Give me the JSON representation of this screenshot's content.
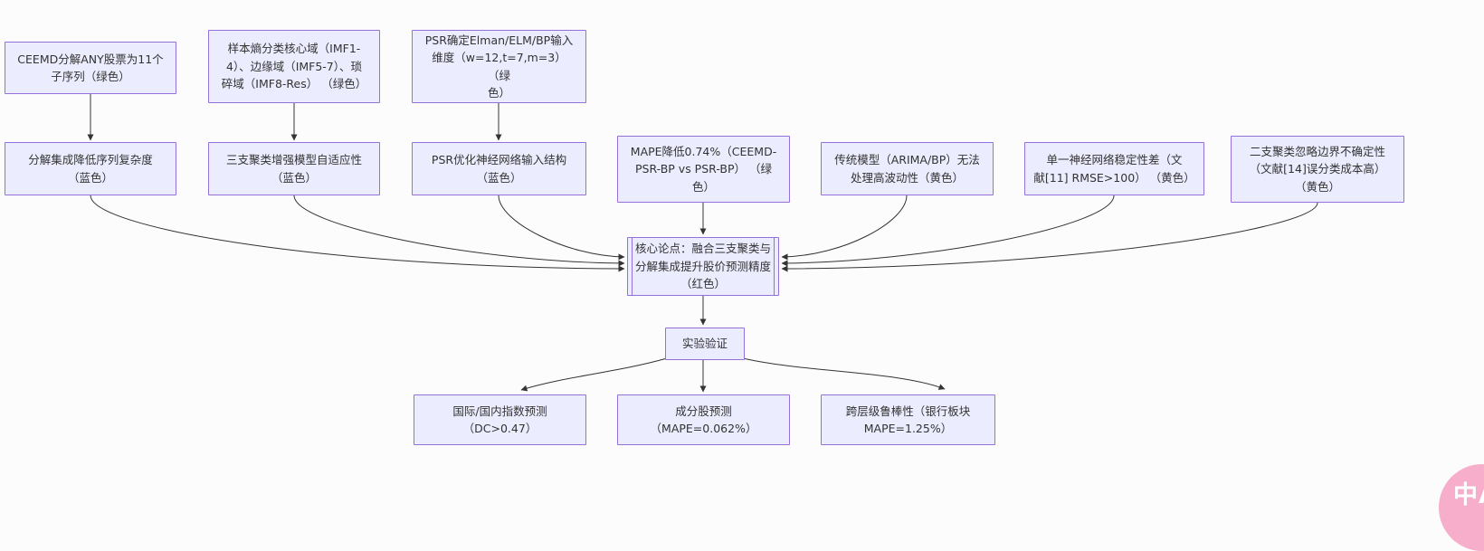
{
  "colors": {
    "node_fill": "#ECECFF",
    "node_border": "#9370DB",
    "arrow": "#333333",
    "text": "#333333",
    "translate_button_bg": "#F7AECB",
    "translate_button_fg": "#FFFFFF"
  },
  "nodes": {
    "ceemd": {
      "label": "CEEMD分解ANY股票为11个\n子序列（绿色）"
    },
    "sample_entropy": {
      "label": "样本熵分类核心域（IMF1-\n4）、边缘域（IMF5-7）、琐\n碎域（IMF8-Res） （绿色）"
    },
    "psr_input": {
      "label": "PSR确定Elman/ELM/BP输入\n维度（w=12,t=7,m=3） （绿\n色）"
    },
    "decomp": {
      "label": "分解集成降低序列复杂度\n（蓝色）"
    },
    "three_way": {
      "label": "三支聚类增强模型自适应性\n（蓝色）"
    },
    "psr_opt": {
      "label": "PSR优化神经网络输入结构\n（蓝色）"
    },
    "mape_drop": {
      "label": "MAPE降低0.74%（CEEMD-\nPSR-BP vs PSR-BP） （绿\n色）"
    },
    "traditional": {
      "label": "传统模型（ARIMA/BP）无法\n处理高波动性（黄色）"
    },
    "single_nn": {
      "label": "单一神经网络稳定性差（文\n献[11] RMSE>100） （黄色）"
    },
    "two_way": {
      "label": "二支聚类忽略边界不确定性\n（文献[14]误分类成本高）\n（黄色）"
    },
    "core": {
      "label": "核心论点：融合三支聚类与\n分解集成提升股价预测精度\n（红色）"
    },
    "experiment": {
      "label": "实验验证"
    },
    "index_pred": {
      "label": "国际/国内指数预测\n（DC>0.47）"
    },
    "component_pred": {
      "label": "成分股预测\n（MAPE=0.062%）"
    },
    "robustness": {
      "label": "跨层级鲁棒性（银行板块\nMAPE=1.25%）"
    }
  },
  "edges": [
    {
      "from": "ceemd",
      "to": "decomp"
    },
    {
      "from": "sample_entropy",
      "to": "three_way"
    },
    {
      "from": "psr_input",
      "to": "psr_opt"
    },
    {
      "from": "decomp",
      "to": "core"
    },
    {
      "from": "three_way",
      "to": "core"
    },
    {
      "from": "psr_opt",
      "to": "core"
    },
    {
      "from": "mape_drop",
      "to": "core"
    },
    {
      "from": "traditional",
      "to": "core"
    },
    {
      "from": "single_nn",
      "to": "core"
    },
    {
      "from": "two_way",
      "to": "core"
    },
    {
      "from": "core",
      "to": "experiment"
    },
    {
      "from": "experiment",
      "to": "index_pred"
    },
    {
      "from": "experiment",
      "to": "component_pred"
    },
    {
      "from": "experiment",
      "to": "robustness"
    }
  ],
  "translate_button": {
    "label": "中A"
  }
}
